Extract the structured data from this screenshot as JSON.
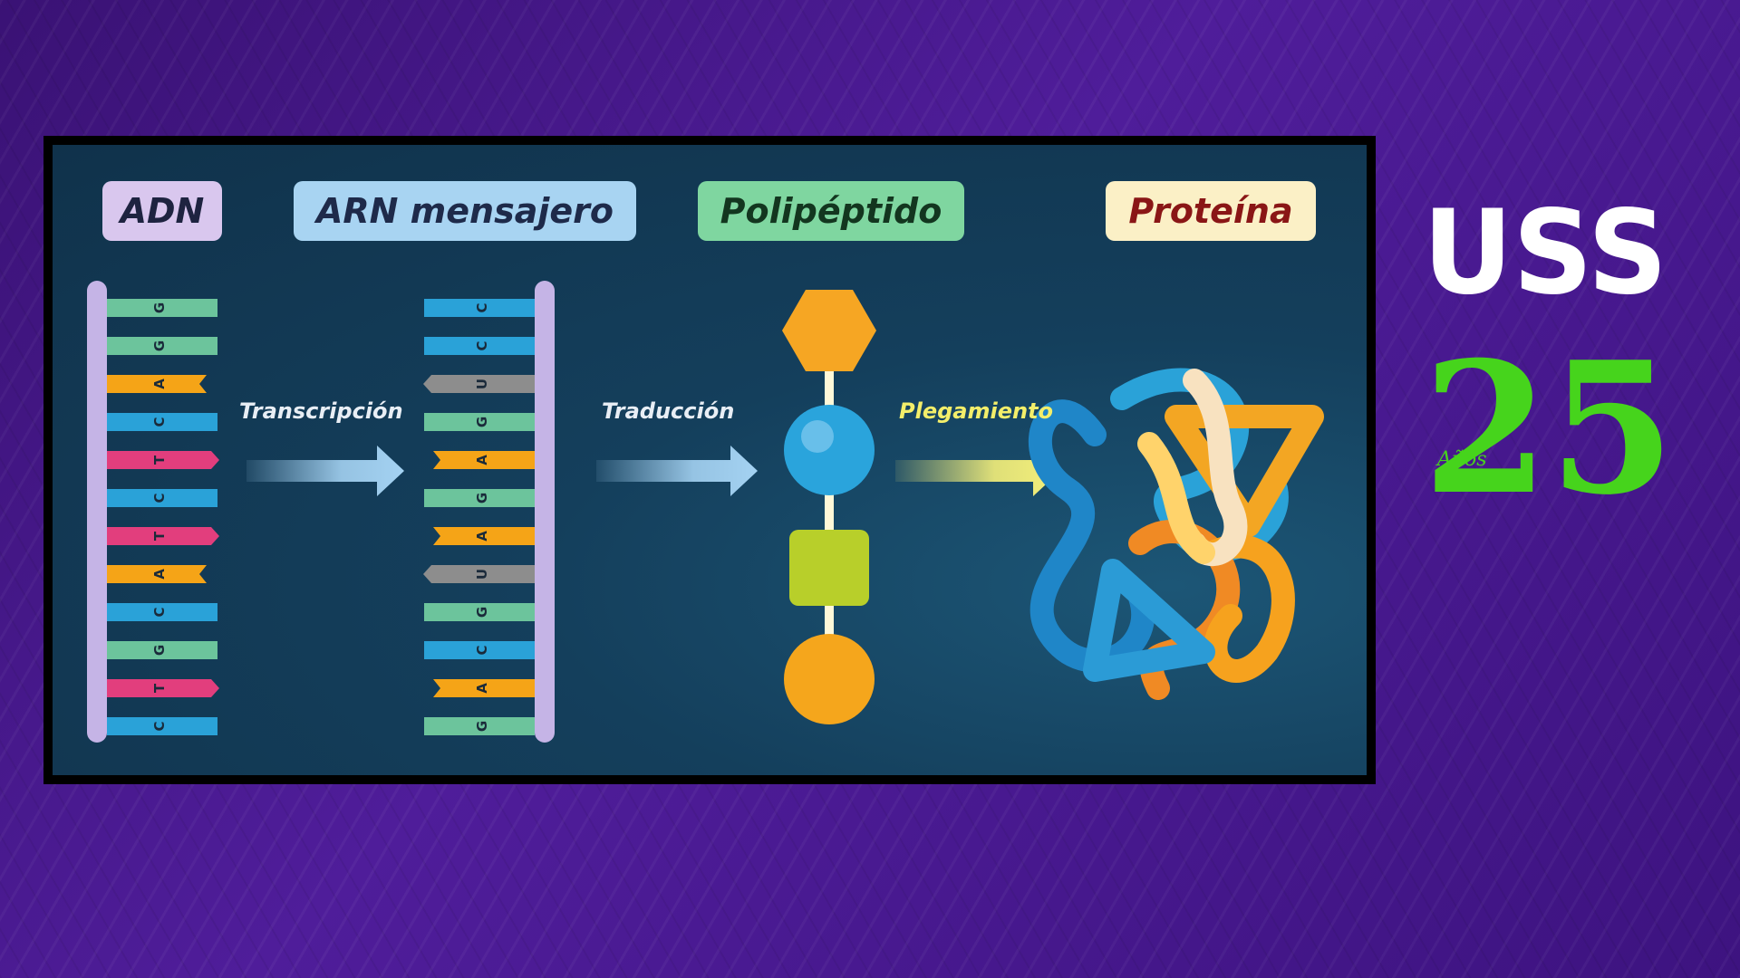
{
  "diagram": {
    "stages": [
      {
        "label": "ADN",
        "bg": "#d9c7ee",
        "fg": "#1e2340"
      },
      {
        "label": "ARN mensajero",
        "bg": "#a8d4f2",
        "fg": "#1e2a4a"
      },
      {
        "label": "Polipéptido",
        "bg": "#7fd6a0",
        "fg": "#13361f"
      },
      {
        "label": "Proteína",
        "bg": "#fbf0c6",
        "fg": "#8a1616"
      }
    ],
    "processes": [
      {
        "label": "Transcripción",
        "arrow_color": "#a4d2f2"
      },
      {
        "label": "Traducción",
        "arrow_color": "#a4d2f2"
      },
      {
        "label": "Plegamiento",
        "arrow_color": "#f5f07a"
      }
    ],
    "dna_bases": [
      "G",
      "G",
      "A",
      "C",
      "T",
      "C",
      "T",
      "A",
      "C",
      "G",
      "T",
      "C"
    ],
    "rna_bases": [
      "C",
      "C",
      "U",
      "G",
      "A",
      "G",
      "A",
      "U",
      "G",
      "C",
      "A",
      "G"
    ],
    "polypeptide_units": [
      "hexagon",
      "sphere",
      "square",
      "circle"
    ],
    "base_colors": {
      "G": "#6cc49c",
      "C": "#2aa2d8",
      "A": "#f5a417",
      "T": "#e23e7d",
      "U": "#8d8d8d"
    },
    "backbone_color": "#c5b4e6"
  },
  "logo": {
    "brand_name": "USS",
    "anniversary_number": "25",
    "anniversary_word": "Años",
    "brand_color": "#ffffff",
    "anniversary_color": "#46d41c"
  }
}
